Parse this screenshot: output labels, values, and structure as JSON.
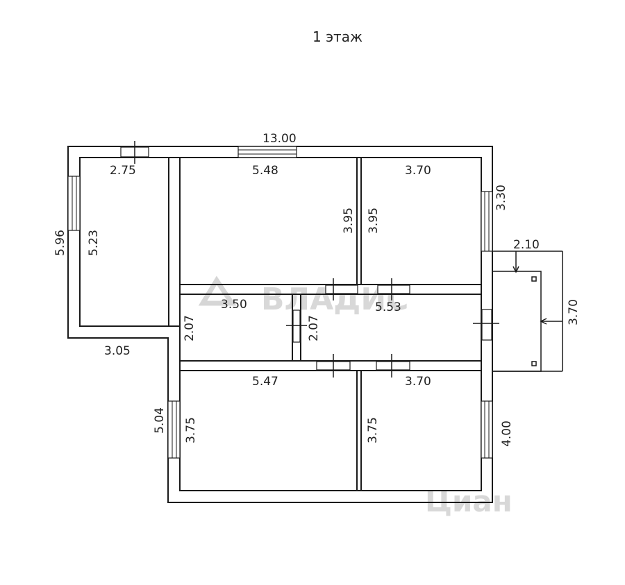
{
  "title": "1  этаж",
  "dimensions": {
    "total_width": "13.00",
    "room_a_width": "2.75",
    "room_a_depth": "5.23",
    "left_outer": "5.96",
    "bottom_left": "3.05",
    "room_b_width": "5.48",
    "room_b_depth": "3.95",
    "room_c_width": "3.70",
    "room_c_depth": "3.95",
    "right_top_outer": "3.30",
    "porch_width": "2.10",
    "porch_depth": "3.70",
    "hall_width": "3.50",
    "hall_depth": "2.07",
    "corridor_width": "5.53",
    "corridor_depth": "2.07",
    "room_e_width": "5.47",
    "room_e_depth": "3.75",
    "room_f_width": "3.70",
    "room_f_depth": "3.75",
    "left_bottom_outer": "5.04",
    "right_bottom_outer": "4.00"
  },
  "watermarks": {
    "center": "ВЛАДИС",
    "bottom_right": "Циан"
  }
}
